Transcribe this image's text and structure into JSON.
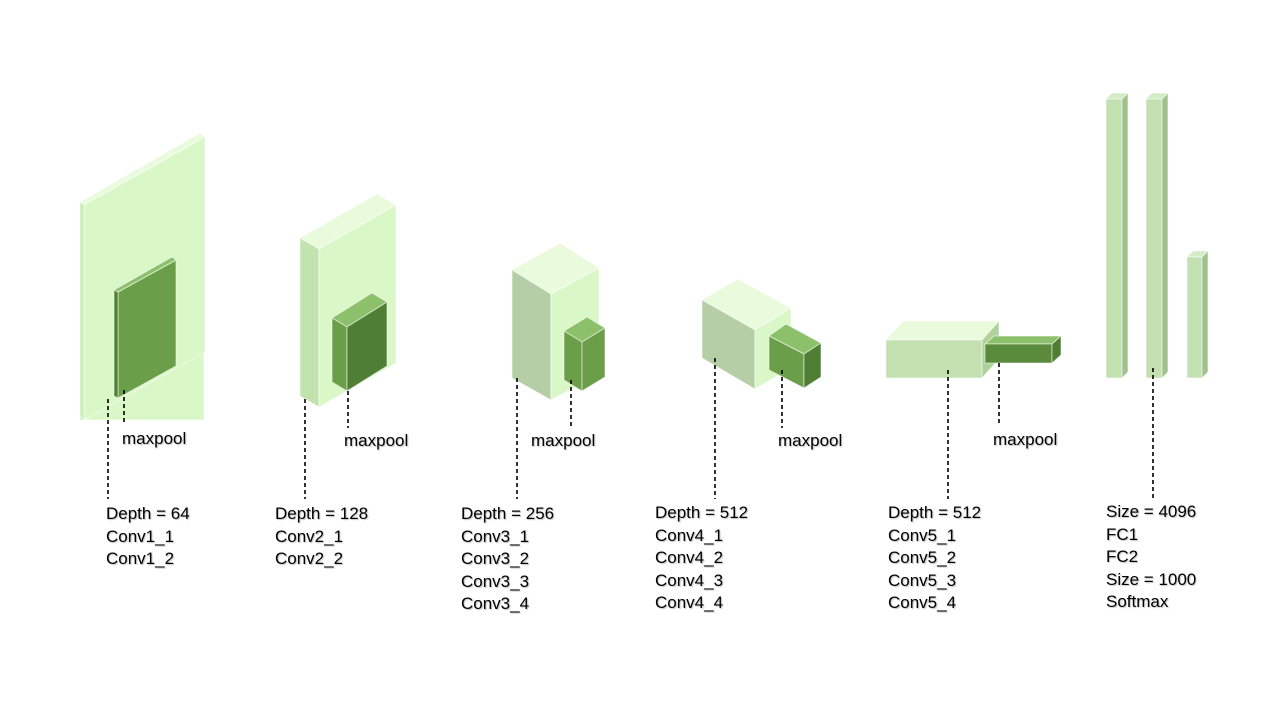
{
  "colors": {
    "slab_front": "#d9f7c7",
    "slab_top": "#e9fbdc",
    "slab_side": "#c2e3ad",
    "slab_edge": "#c9edb4",
    "pool_front": "#6a9e48",
    "pool_top": "#8cc06a",
    "pool_side": "#4f7f34",
    "fc_front": "#c2e0b0",
    "fc_side": "#9fc28c",
    "leader": "#000000"
  },
  "blocks": [
    {
      "id": "block1",
      "maxpool_label": "maxpool",
      "lines": [
        "Depth = 64",
        "Conv1_1",
        "Conv1_2"
      ]
    },
    {
      "id": "block2",
      "maxpool_label": "maxpool",
      "lines": [
        "Depth = 128",
        "Conv2_1",
        "Conv2_2"
      ]
    },
    {
      "id": "block3",
      "maxpool_label": "maxpool",
      "lines": [
        "Depth = 256",
        "Conv3_1",
        "Conv3_2",
        "Conv3_3",
        "Conv3_4"
      ]
    },
    {
      "id": "block4",
      "maxpool_label": "maxpool",
      "lines": [
        "Depth = 512",
        "Conv4_1",
        "Conv4_2",
        "Conv4_3",
        "Conv4_4"
      ]
    },
    {
      "id": "block5",
      "maxpool_label": "maxpool",
      "lines": [
        "Depth = 512",
        "Conv5_1",
        "Conv5_2",
        "Conv5_3",
        "Conv5_4"
      ]
    }
  ],
  "fc": {
    "lines": [
      "Size = 4096",
      "FC1",
      "FC2",
      "Size = 1000",
      "Softmax"
    ]
  }
}
